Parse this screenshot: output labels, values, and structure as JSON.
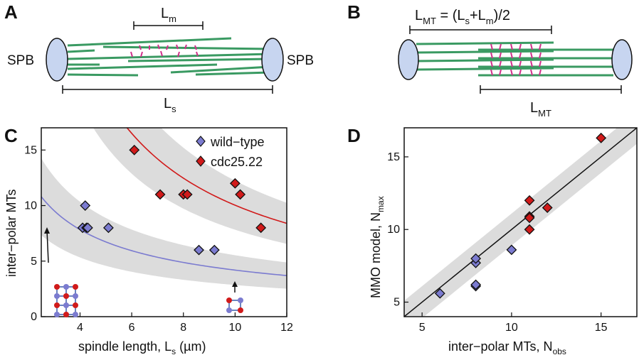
{
  "panels": {
    "a": {
      "label": "A",
      "spb_left": "SPB",
      "spb_right": "SPB",
      "lm": "L",
      "lm_sub": "m",
      "ls": "L",
      "ls_sub": "s"
    },
    "b": {
      "label": "B",
      "formula_pre": "L",
      "formula_sub": "MT",
      "formula_eq": " = (L",
      "formula_s": "s",
      "formula_plus": "+L",
      "formula_m": "m",
      "formula_end": ")/2",
      "lmt": "L",
      "lmt_sub": "MT"
    },
    "c": {
      "label": "C",
      "xlabel_pre": "spindle length, L",
      "xlabel_sub": "s",
      "xlabel_post": " (µm)",
      "ylabel": "inter−polar MTs"
    },
    "d": {
      "label": "D",
      "xlabel_pre": "inter−polar MTs, N",
      "xlabel_sub": "obs",
      "ylabel_pre": "MMO model, N",
      "ylabel_sub": "max"
    }
  },
  "colors": {
    "wildtype": "#7b7bd0",
    "cdc": "#d11a1a",
    "mt": "#3a9a62",
    "overlap": "#d0308a",
    "band": "#dcdcdc"
  },
  "chart_data": [
    {
      "type": "scatter",
      "panel": "C",
      "xlabel": "spindle length, Ls (µm)",
      "ylabel": "inter−polar MTs",
      "xlim": [
        2.5,
        12
      ],
      "ylim": [
        0,
        17
      ],
      "xticks": [
        4,
        6,
        8,
        10,
        12
      ],
      "yticks": [
        0,
        5,
        10,
        15
      ],
      "legend_position": "top-right",
      "series": [
        {
          "name": "wild−type",
          "marker": "diamond",
          "color": "#7b7bd0",
          "points": [
            [
              4.1,
              8
            ],
            [
              4.2,
              10
            ],
            [
              4.25,
              8
            ],
            [
              4.3,
              8
            ],
            [
              5.1,
              8
            ],
            [
              8.6,
              6
            ],
            [
              9.2,
              6
            ]
          ],
          "fit_curve": {
            "y_at_2.5": 10.8,
            "y_at_12": 3.7
          }
        },
        {
          "name": "cdc25.22",
          "marker": "diamond",
          "color": "#d11a1a",
          "points": [
            [
              6.1,
              15
            ],
            [
              7.1,
              11
            ],
            [
              8.0,
              11
            ],
            [
              8.15,
              11
            ],
            [
              10.0,
              12
            ],
            [
              10.2,
              11
            ],
            [
              11.0,
              8
            ]
          ],
          "fit_curve": {
            "y_at_6": 16.5,
            "y_at_12": 8.4
          }
        }
      ]
    },
    {
      "type": "scatter",
      "panel": "D",
      "xlabel": "inter−polar MTs, Nobs",
      "ylabel": "MMO model, Nmax",
      "xlim": [
        4,
        17
      ],
      "ylim": [
        4,
        17
      ],
      "xticks": [
        5,
        10,
        15
      ],
      "yticks": [
        5,
        10,
        15
      ],
      "series": [
        {
          "name": "wild−type",
          "marker": "diamond",
          "color": "#7b7bd0",
          "points": [
            [
              6,
              5.6
            ],
            [
              8,
              7.7
            ],
            [
              8,
              8.0
            ],
            [
              8,
              6.1
            ],
            [
              8,
              6.2
            ],
            [
              10,
              8.6
            ]
          ]
        },
        {
          "name": "cdc25.22",
          "marker": "diamond",
          "color": "#d11a1a",
          "points": [
            [
              11,
              12.0
            ],
            [
              11,
              10.9
            ],
            [
              11,
              10.8
            ],
            [
              11,
              10.0
            ],
            [
              12,
              11.5
            ],
            [
              15,
              16.3
            ]
          ]
        }
      ],
      "fit_line": "y = x"
    }
  ]
}
